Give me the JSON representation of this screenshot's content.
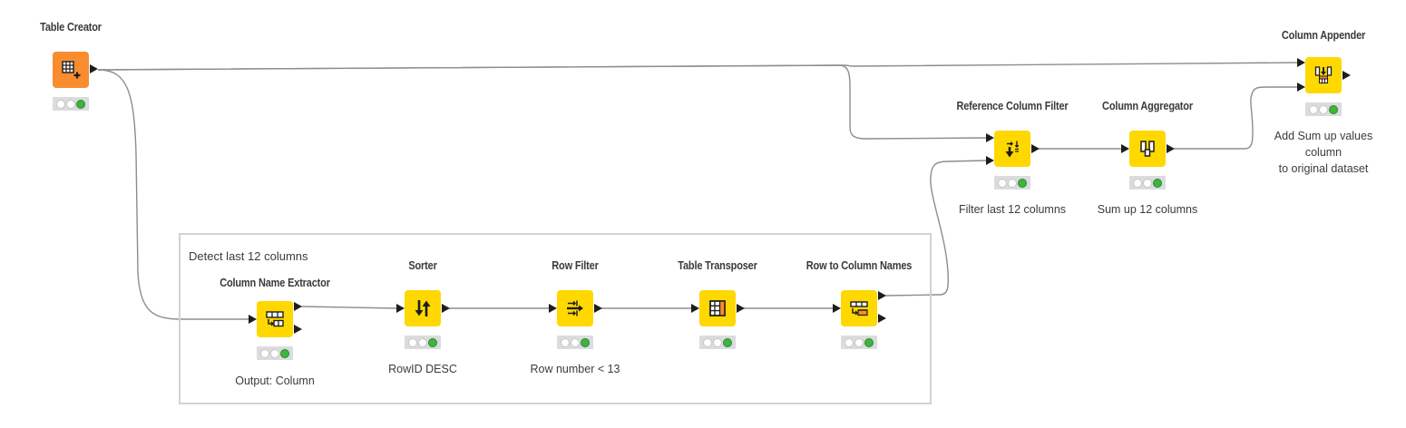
{
  "app": "KNIME Workflow Editor",
  "colors": {
    "manipulator_node": "#ffd800",
    "source_node": "#f98c2f",
    "connection": "#8d8d8d",
    "port": "#1d1d1b",
    "status_executed": "#3fb33f",
    "annotation_border": "#cfd3d6",
    "text": "#3e3a39"
  },
  "annotation": {
    "title": "Detect last 12 columns"
  },
  "nodes": {
    "table_creator": {
      "name": "Table Creator",
      "icon": "table-plus-icon",
      "category": "source",
      "status": "executed",
      "comment": []
    },
    "column_name_extractor": {
      "name": "Column Name Extractor",
      "icon": "column-name-extract-icon",
      "status": "executed",
      "comment": [
        "Output: Column"
      ]
    },
    "sorter": {
      "name": "Sorter",
      "icon": "sort-arrows-icon",
      "status": "executed",
      "comment": [
        "RowID DESC"
      ]
    },
    "row_filter": {
      "name": "Row Filter",
      "icon": "row-filter-icon",
      "status": "executed",
      "comment": [
        "Row number < 13"
      ]
    },
    "table_transposer": {
      "name": "Table Transposer",
      "icon": "transpose-table-icon",
      "status": "executed",
      "comment": []
    },
    "row_to_column_names": {
      "name": "Row to Column Names",
      "icon": "row-to-header-icon",
      "status": "executed",
      "comment": []
    },
    "reference_column_filter": {
      "name": "Reference Column Filter",
      "icon": "reference-filter-icon",
      "status": "executed",
      "comment": [
        "Filter last 12 columns"
      ]
    },
    "column_aggregator": {
      "name": "Column Aggregator",
      "icon": "column-aggregate-icon",
      "status": "executed",
      "comment": [
        "Sum up 12 columns"
      ]
    },
    "column_appender": {
      "name": "Column Appender",
      "icon": "column-append-icon",
      "status": "executed",
      "comment": [
        "Add Sum up values",
        "column",
        "to original dataset"
      ]
    }
  },
  "connections": [
    {
      "from": "Table Creator",
      "to": "Column Appender",
      "to_port": 1
    },
    {
      "from": "Table Creator",
      "to": "Reference Column Filter",
      "to_port": 1
    },
    {
      "from": "Table Creator",
      "to": "Column Name Extractor",
      "to_port": 1
    },
    {
      "from": "Column Name Extractor",
      "from_port": 1,
      "to": "Sorter"
    },
    {
      "from": "Sorter",
      "to": "Row Filter"
    },
    {
      "from": "Row Filter",
      "to": "Table Transposer"
    },
    {
      "from": "Table Transposer",
      "to": "Row to Column Names"
    },
    {
      "from": "Row to Column Names",
      "from_port": 1,
      "to": "Reference Column Filter",
      "to_port": 2
    },
    {
      "from": "Reference Column Filter",
      "to": "Column Aggregator"
    },
    {
      "from": "Column Aggregator",
      "to": "Column Appender",
      "to_port": 2
    }
  ]
}
